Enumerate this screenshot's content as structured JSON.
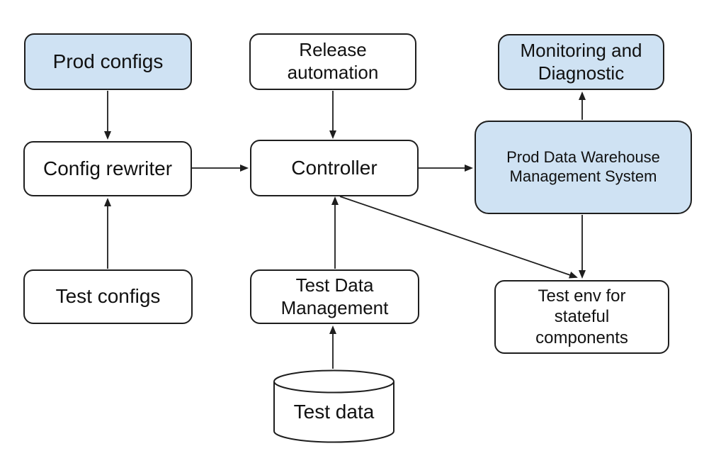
{
  "diagram": {
    "type": "flowchart",
    "nodes": [
      {
        "id": "prod-configs",
        "label": "Prod configs",
        "shape": "rounded-box",
        "variant": "blue"
      },
      {
        "id": "release-automation",
        "label": "Release\nautomation",
        "shape": "rounded-box",
        "variant": "white"
      },
      {
        "id": "monitoring-and-diagnostic",
        "label": "Monitoring and\nDiagnostic",
        "shape": "rounded-box",
        "variant": "blue"
      },
      {
        "id": "config-rewriter",
        "label": "Config rewriter",
        "shape": "rounded-box",
        "variant": "white"
      },
      {
        "id": "controller",
        "label": "Controller",
        "shape": "rounded-box",
        "variant": "white"
      },
      {
        "id": "prod-data-warehouse-management-system",
        "label": "Prod Data Warehouse\nManagement System",
        "shape": "rounded-box",
        "variant": "blue"
      },
      {
        "id": "test-configs",
        "label": "Test configs",
        "shape": "rounded-box",
        "variant": "white"
      },
      {
        "id": "test-data-management",
        "label": "Test Data\nManagement",
        "shape": "rounded-box",
        "variant": "white"
      },
      {
        "id": "test-env-for-stateful-components",
        "label": "Test env for\nstateful\ncomponents",
        "shape": "rounded-box",
        "variant": "white"
      },
      {
        "id": "test-data",
        "label": "Test data",
        "shape": "cylinder",
        "variant": "white"
      }
    ],
    "edges": [
      {
        "from": "prod-configs",
        "to": "config-rewriter"
      },
      {
        "from": "test-configs",
        "to": "config-rewriter"
      },
      {
        "from": "config-rewriter",
        "to": "controller"
      },
      {
        "from": "release-automation",
        "to": "controller"
      },
      {
        "from": "test-data-management",
        "to": "controller"
      },
      {
        "from": "controller",
        "to": "prod-data-warehouse-management-system"
      },
      {
        "from": "prod-data-warehouse-management-system",
        "to": "monitoring-and-diagnostic"
      },
      {
        "from": "prod-data-warehouse-management-system",
        "to": "test-env-for-stateful-components"
      },
      {
        "from": "controller",
        "to": "test-env-for-stateful-components"
      },
      {
        "from": "test-data",
        "to": "test-data-management"
      }
    ],
    "colors": {
      "highlight_fill": "#cfe2f3",
      "default_fill": "#ffffff",
      "border": "#1e1e1e",
      "arrow": "#1e1e1e",
      "text": "#111111",
      "background": "#ffffff"
    }
  }
}
